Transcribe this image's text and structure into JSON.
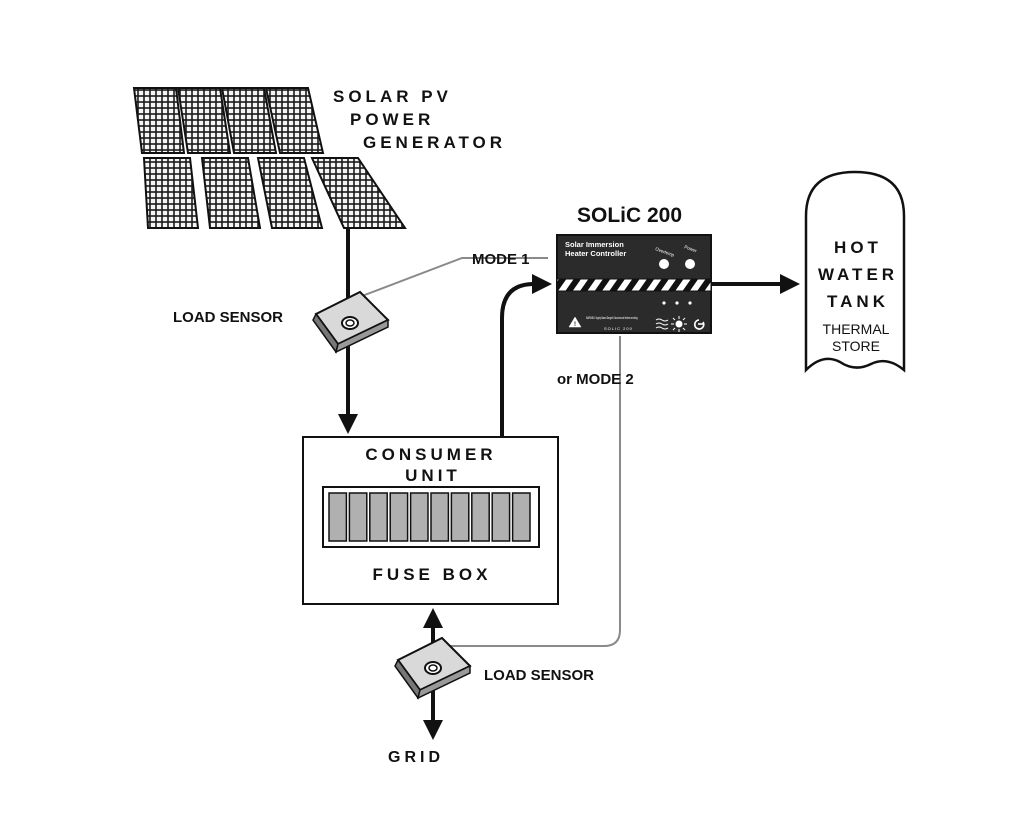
{
  "solar": {
    "line1": "SOLAR PV",
    "line2": "POWER",
    "line3": "GENERATOR"
  },
  "controller": {
    "title": "SOLiC 200",
    "label1": "Solar Immersion",
    "label2": "Heater Controller",
    "led1_label": "Overtemp",
    "led2_label": "Power",
    "warning": "WARNING: Supply Based Danger! Disconnect all before servicing.",
    "model": "SOLIC 200"
  },
  "mode1": "MODE 1",
  "mode2": "or  MODE 2",
  "load_sensor_top": "LOAD SENSOR",
  "load_sensor_bottom": "LOAD SENSOR",
  "tank": {
    "line1": "HOT",
    "line2": "WATER",
    "line3": "TANK",
    "line4": "THERMAL",
    "line5": "STORE"
  },
  "consumer_unit": {
    "line1": "CONSUMER",
    "line2": "UNIT",
    "fuse_label": "FUSE BOX",
    "fuse_count": 10
  },
  "grid": "GRID",
  "colors": {
    "line": "#111111",
    "sensor_wire": "#8a8a8a",
    "panel": "#2b2b2b",
    "fuse": "#b0b0b0"
  }
}
